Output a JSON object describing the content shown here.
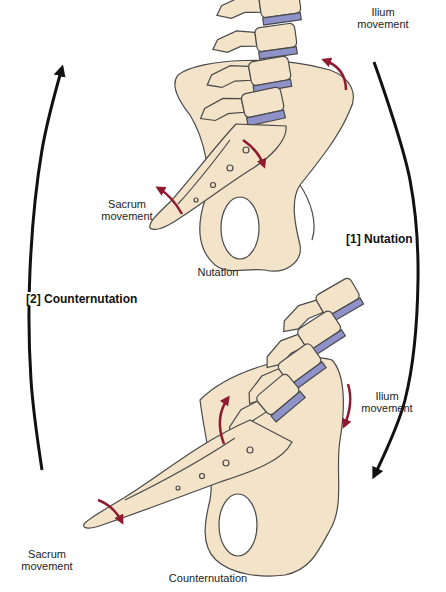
{
  "diagram": {
    "nodes": [
      {
        "text": [
          "Nutation"
        ]
      },
      {
        "text": [
          "Counternutation"
        ]
      }
    ],
    "edges": [
      {
        "from": 0,
        "to": 1,
        "label": "[1] Nutation",
        "arrow": "to"
      },
      {
        "from": 1,
        "to": 0,
        "label": "[2] Counternutation",
        "arrow": "to"
      }
    ],
    "labels": [
      "Ilium movement",
      "Sacrum movement",
      "Ilium movement",
      "Sacrum movement"
    ]
  }
}
